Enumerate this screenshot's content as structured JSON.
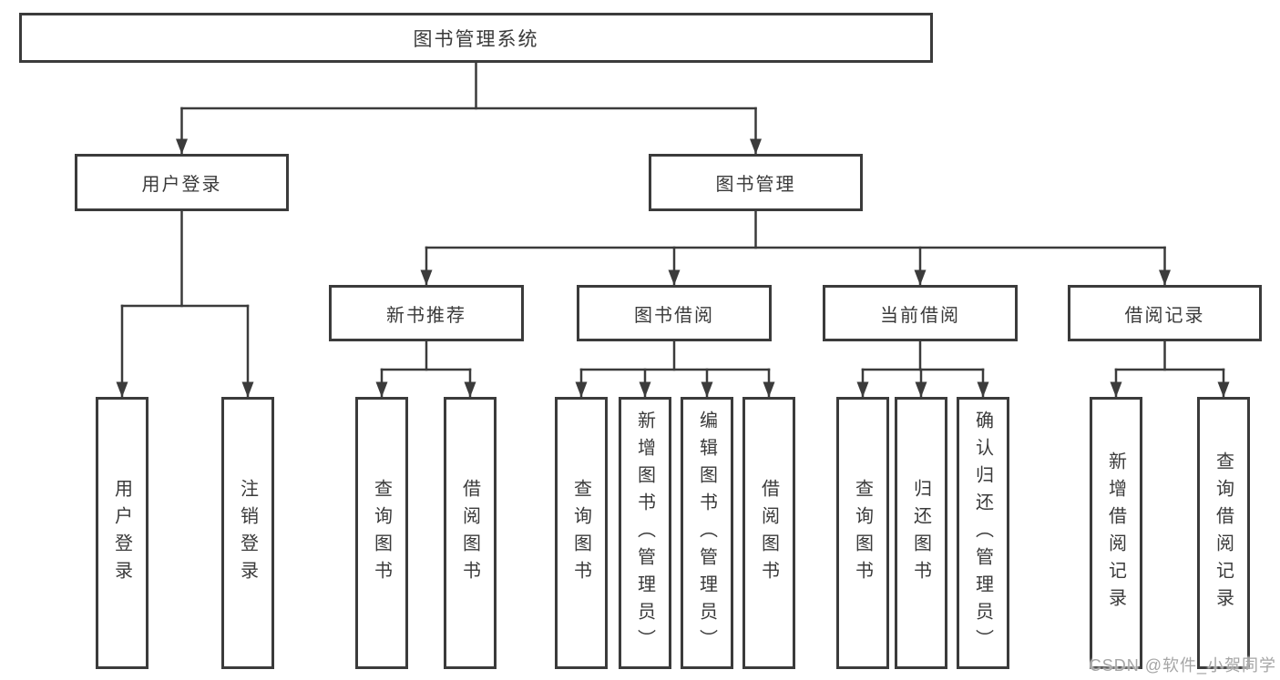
{
  "colors": {
    "line": "#3b3b3b",
    "text": "#3a3a3a",
    "box-bg": "#ffffff",
    "watermark": "#a6a6a6"
  },
  "watermark": {
    "text": "CSDN @软件_小贺同学"
  },
  "tree": {
    "root": {
      "label": "图书管理系统"
    },
    "branches": [
      {
        "label": "用户登录",
        "children": [
          {
            "label": "用户登录"
          },
          {
            "label": "注销登录"
          }
        ]
      },
      {
        "label": "图书管理",
        "children": [
          {
            "label": "新书推荐",
            "children": [
              {
                "label": "查询图书"
              },
              {
                "label": "借阅图书"
              }
            ]
          },
          {
            "label": "图书借阅",
            "children": [
              {
                "label": "查询图书"
              },
              {
                "label": "新增图书（管理员）"
              },
              {
                "label": "编辑图书（管理员）"
              },
              {
                "label": "借阅图书"
              }
            ]
          },
          {
            "label": "当前借阅",
            "children": [
              {
                "label": "查询图书"
              },
              {
                "label": "归还图书"
              },
              {
                "label": "确认归还（管理员）"
              }
            ]
          },
          {
            "label": "借阅记录",
            "children": [
              {
                "label": "新增借阅记录"
              },
              {
                "label": "查询借阅记录"
              }
            ]
          }
        ]
      }
    ]
  }
}
